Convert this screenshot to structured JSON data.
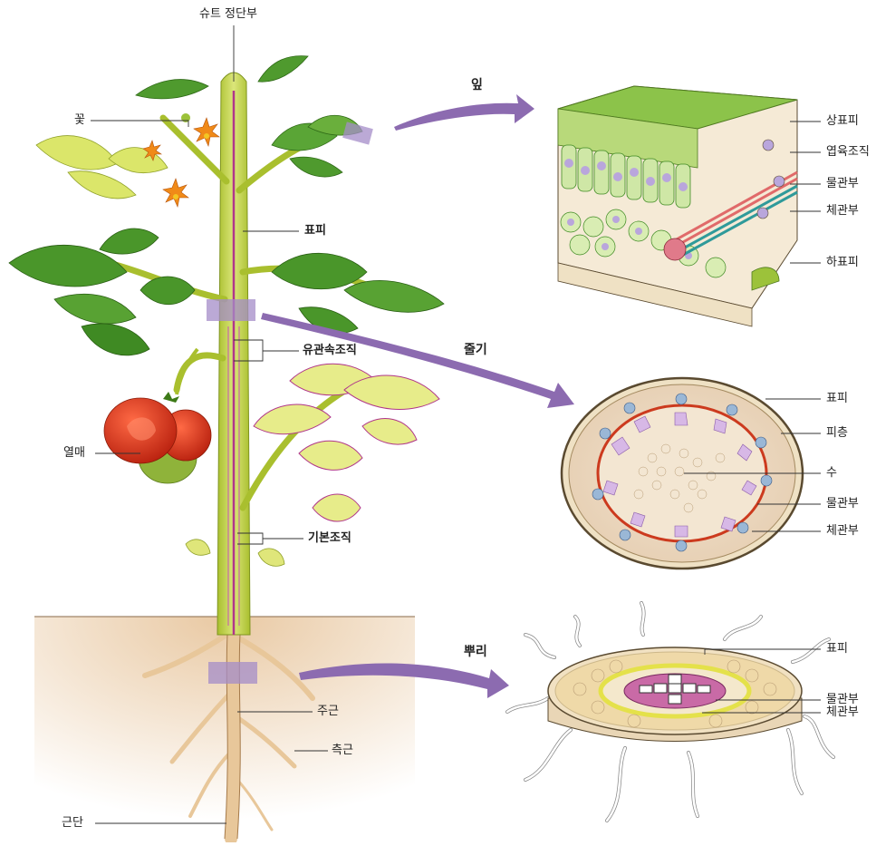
{
  "plant": {
    "shoot_apex": "슈트 정단부",
    "flower": "꽃",
    "epidermis": "표피",
    "vascular": "유관속조직",
    "ground": "기본조직",
    "fruit": "열매",
    "taproot": "주근",
    "lateral_root": "측근",
    "root_cap": "근단"
  },
  "leaf": {
    "title": "잎",
    "upper_epidermis": "상표피",
    "mesophyll": "엽육조직",
    "xylem": "물관부",
    "phloem": "체관부",
    "lower_epidermis": "하표피"
  },
  "stem": {
    "title": "줄기",
    "epidermis": "표피",
    "cortex": "피층",
    "pith": "수",
    "xylem": "물관부",
    "phloem": "체관부"
  },
  "root": {
    "title": "뿌리",
    "epidermis": "표피",
    "xylem": "물관부",
    "phloem": "체관부"
  },
  "colors": {
    "stem_green": "#c9d94a",
    "leaf_green": "#4f9a2e",
    "vein_magenta": "#b0368a",
    "arrow_purple": "#8c6bb0",
    "highlight_box": "#a58cc8",
    "tomato_red": "#d8301c",
    "soil": "#f1dcc2",
    "leaf_top": "#8cc34a",
    "stem_ring": "#cc3a1e"
  }
}
